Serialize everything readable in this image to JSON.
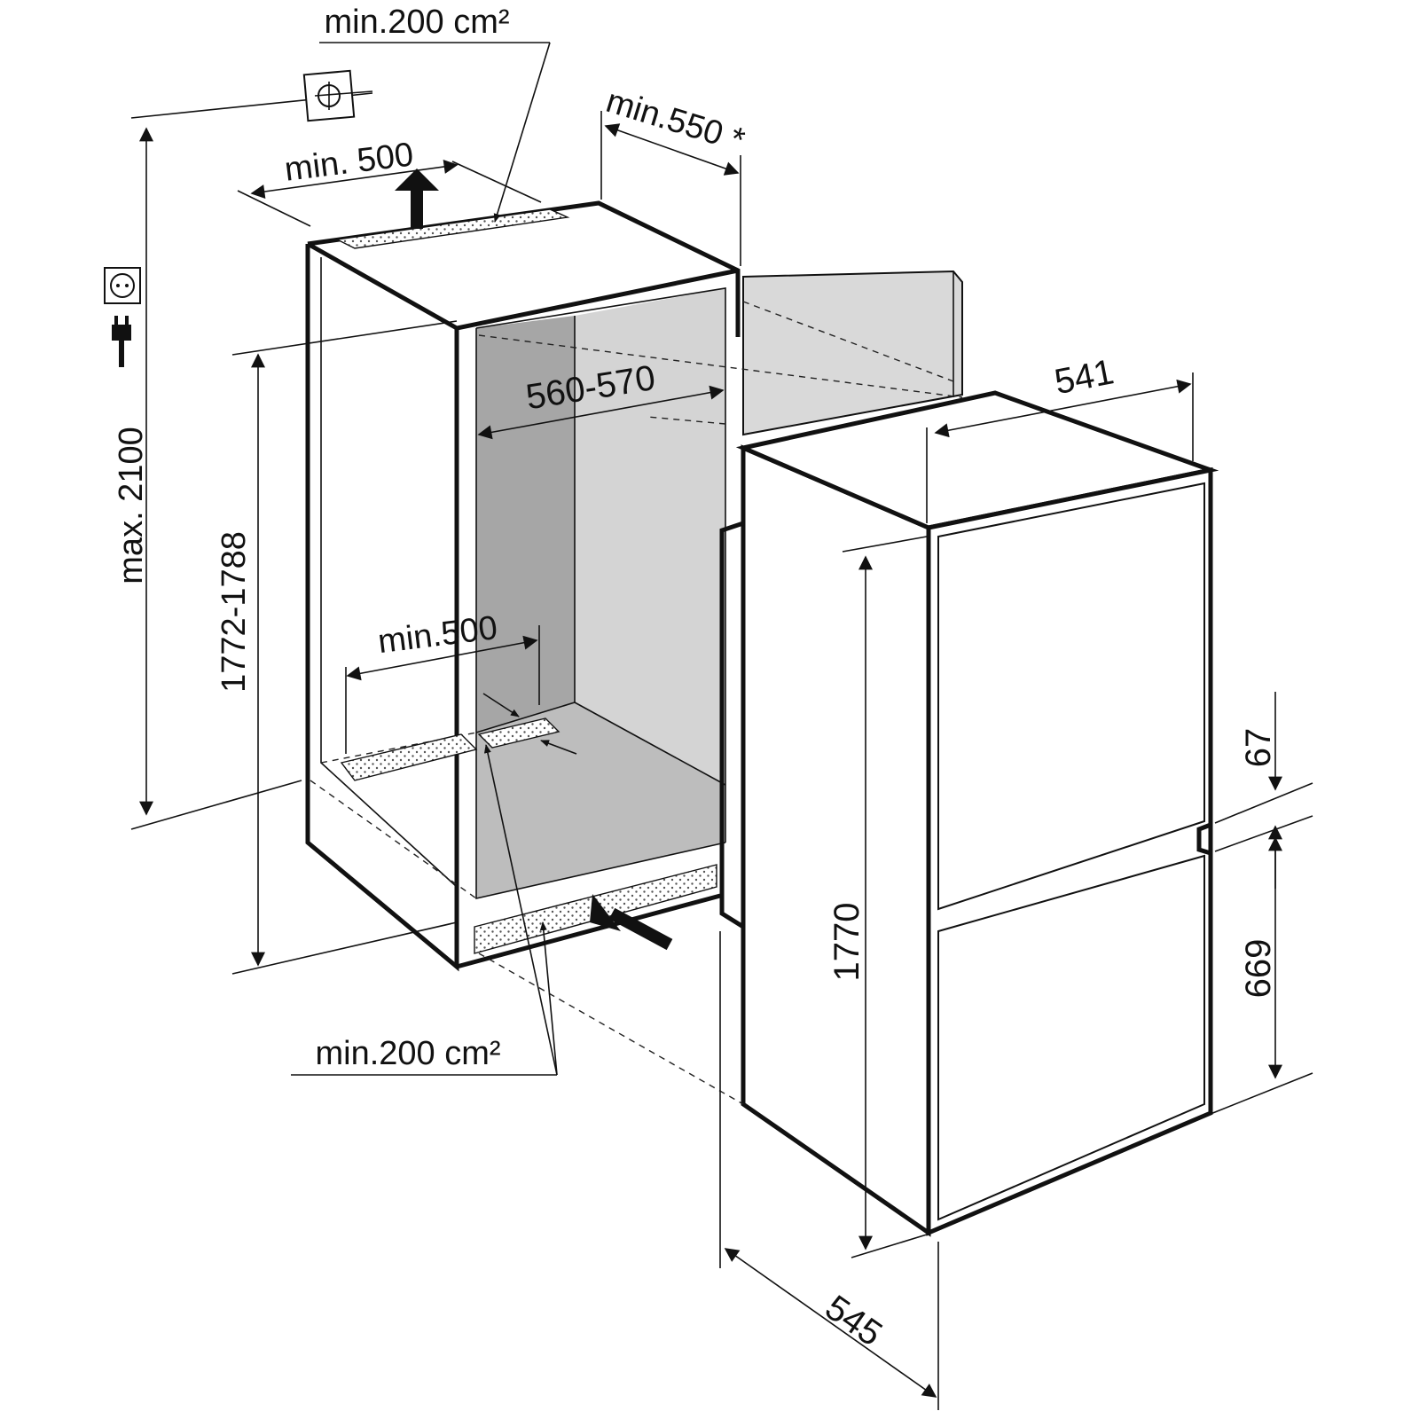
{
  "dimensions": {
    "top_vent_area": "min.200 cm²",
    "top_vent_width": "min. 500",
    "clearance_front": "min.550 *",
    "niche_max_height": "max. 2100",
    "niche_height": "1772-1788",
    "niche_width": "560-570",
    "bottom_vent_width": "min.500",
    "bottom_vent_area": "min.200 cm²",
    "appliance_width": "541",
    "appliance_height": "1770",
    "appliance_depth": "545",
    "door_gap": "67",
    "lower_door_height": "669"
  },
  "icons": [
    "socket-icon",
    "plug-icon",
    "exhaust-vent-icon"
  ],
  "colors": {
    "line": "#111111",
    "niche_back": "#a6a6a6",
    "niche_side": "#d4d4d4",
    "niche_floor": "#bdbdbd",
    "open_door": "#d9d9d9"
  }
}
